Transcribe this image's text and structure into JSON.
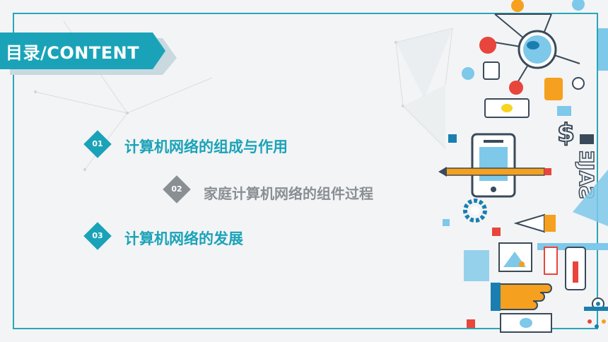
{
  "slide": {
    "title": "目录/CONTENT"
  },
  "toc": [
    {
      "number": "01",
      "label": "计算机网络的组成与作用"
    },
    {
      "number": "02",
      "label": "家庭计算机网络的组件过程"
    },
    {
      "number": "03",
      "label": "计算机网络的发展"
    }
  ],
  "colors": {
    "accent": "#1aa3b8",
    "muted": "#8a8f94",
    "frame": "#2aa6b8",
    "orange": "#f5a01e",
    "red": "#e8453c",
    "light_blue": "#7ec8ea"
  },
  "art": {
    "mirrored_text": "ƎJAƧ"
  }
}
